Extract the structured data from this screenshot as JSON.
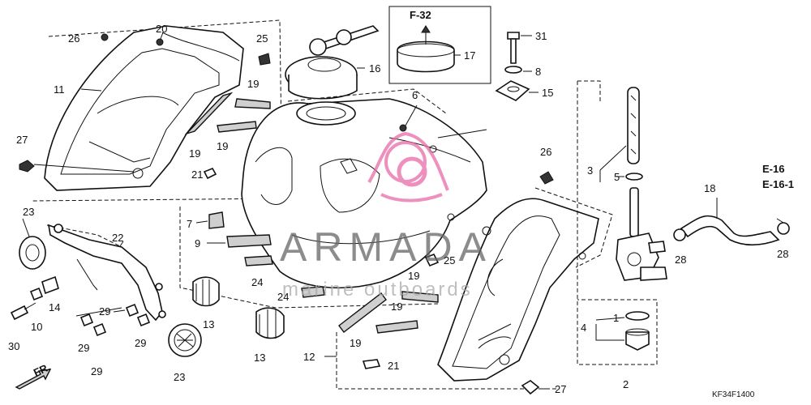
{
  "watermark": {
    "name": "ARMADA",
    "tagline": "marine outboards",
    "color": "#e96ba8"
  },
  "diagram_code": "KF34F1400",
  "ref_f32": "F-32",
  "ref_e16": "E-16",
  "ref_e161": "E-16-1",
  "direction": "FR.",
  "callouts": {
    "p1": "1",
    "p2": "2",
    "p3": "3",
    "p4": "4",
    "p5": "5",
    "p6": "6",
    "p7": "7",
    "p8": "8",
    "p9": "9",
    "p10": "10",
    "p11": "11",
    "p12": "12",
    "p13": "13",
    "p14": "14",
    "p15": "15",
    "p16": "16",
    "p17": "17",
    "p18": "18",
    "p19": "19",
    "p20": "20",
    "p21": "21",
    "p22": "22",
    "p23": "23",
    "p24": "24",
    "p25": "25",
    "p26": "26",
    "p27": "27",
    "p28": "28",
    "p29": "29",
    "p30": "30",
    "p31": "31"
  }
}
